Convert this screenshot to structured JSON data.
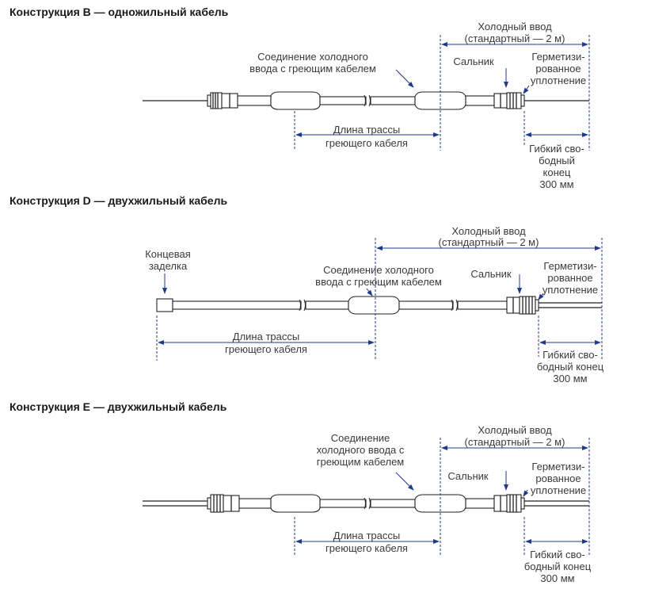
{
  "sections": [
    {
      "title": "Конструкция B — одножильный кабель",
      "labels": {
        "cold_lead_1": "Холодный ввод",
        "cold_lead_2": "(стандартный — 2 м)",
        "splice_1": "Соединение холодного",
        "splice_2": "ввода с греющим кабелем",
        "gland": "Сальник",
        "seal_1": "Герметизи-",
        "seal_2": "рованное",
        "seal_3": "уплотнение",
        "run_1": "Длина трассы",
        "run_2": "греющего кабеля",
        "tail_1": "Гибкий сво-",
        "tail_2": "бодный",
        "tail_3": "конец",
        "tail_4": "300 мм"
      }
    },
    {
      "title": "Конструкция D — двухжильный кабель",
      "labels": {
        "end_1": "Концевая",
        "end_2": "заделка",
        "cold_lead_1": "Холодный ввод",
        "cold_lead_2": "(стандартный — 2 м)",
        "splice_1": "Соединение холодного",
        "splice_2": "ввода с греющим кабелем",
        "gland": "Сальник",
        "seal_1": "Герметизи-",
        "seal_2": "рованное",
        "seal_3": "уплотнение",
        "run_1": "Длина трассы",
        "run_2": "греющего кабеля",
        "tail_1": "Гибкий сво-",
        "tail_2": "бодный конец",
        "tail_3": "300 мм"
      }
    },
    {
      "title": "Конструкция E — двухжильный кабель",
      "labels": {
        "cold_lead_1": "Холодный ввод",
        "cold_lead_2": "(стандартный — 2 м)",
        "splice_1": "Соединение",
        "splice_2": "холодного ввода с",
        "splice_3": "греющим кабелем",
        "gland": "Сальник",
        "seal_1": "Герметизи-",
        "seal_2": "рованное",
        "seal_3": "уплотнение",
        "run_1": "Длина трассы",
        "run_2": "греющего кабеля",
        "tail_1": "Гибкий сво-",
        "tail_2": "бодный конец",
        "tail_3": "300 мм"
      }
    }
  ],
  "colors": {
    "dimension": "#1f3a8a",
    "outline": "#222222",
    "text": "#3a3a3a"
  }
}
